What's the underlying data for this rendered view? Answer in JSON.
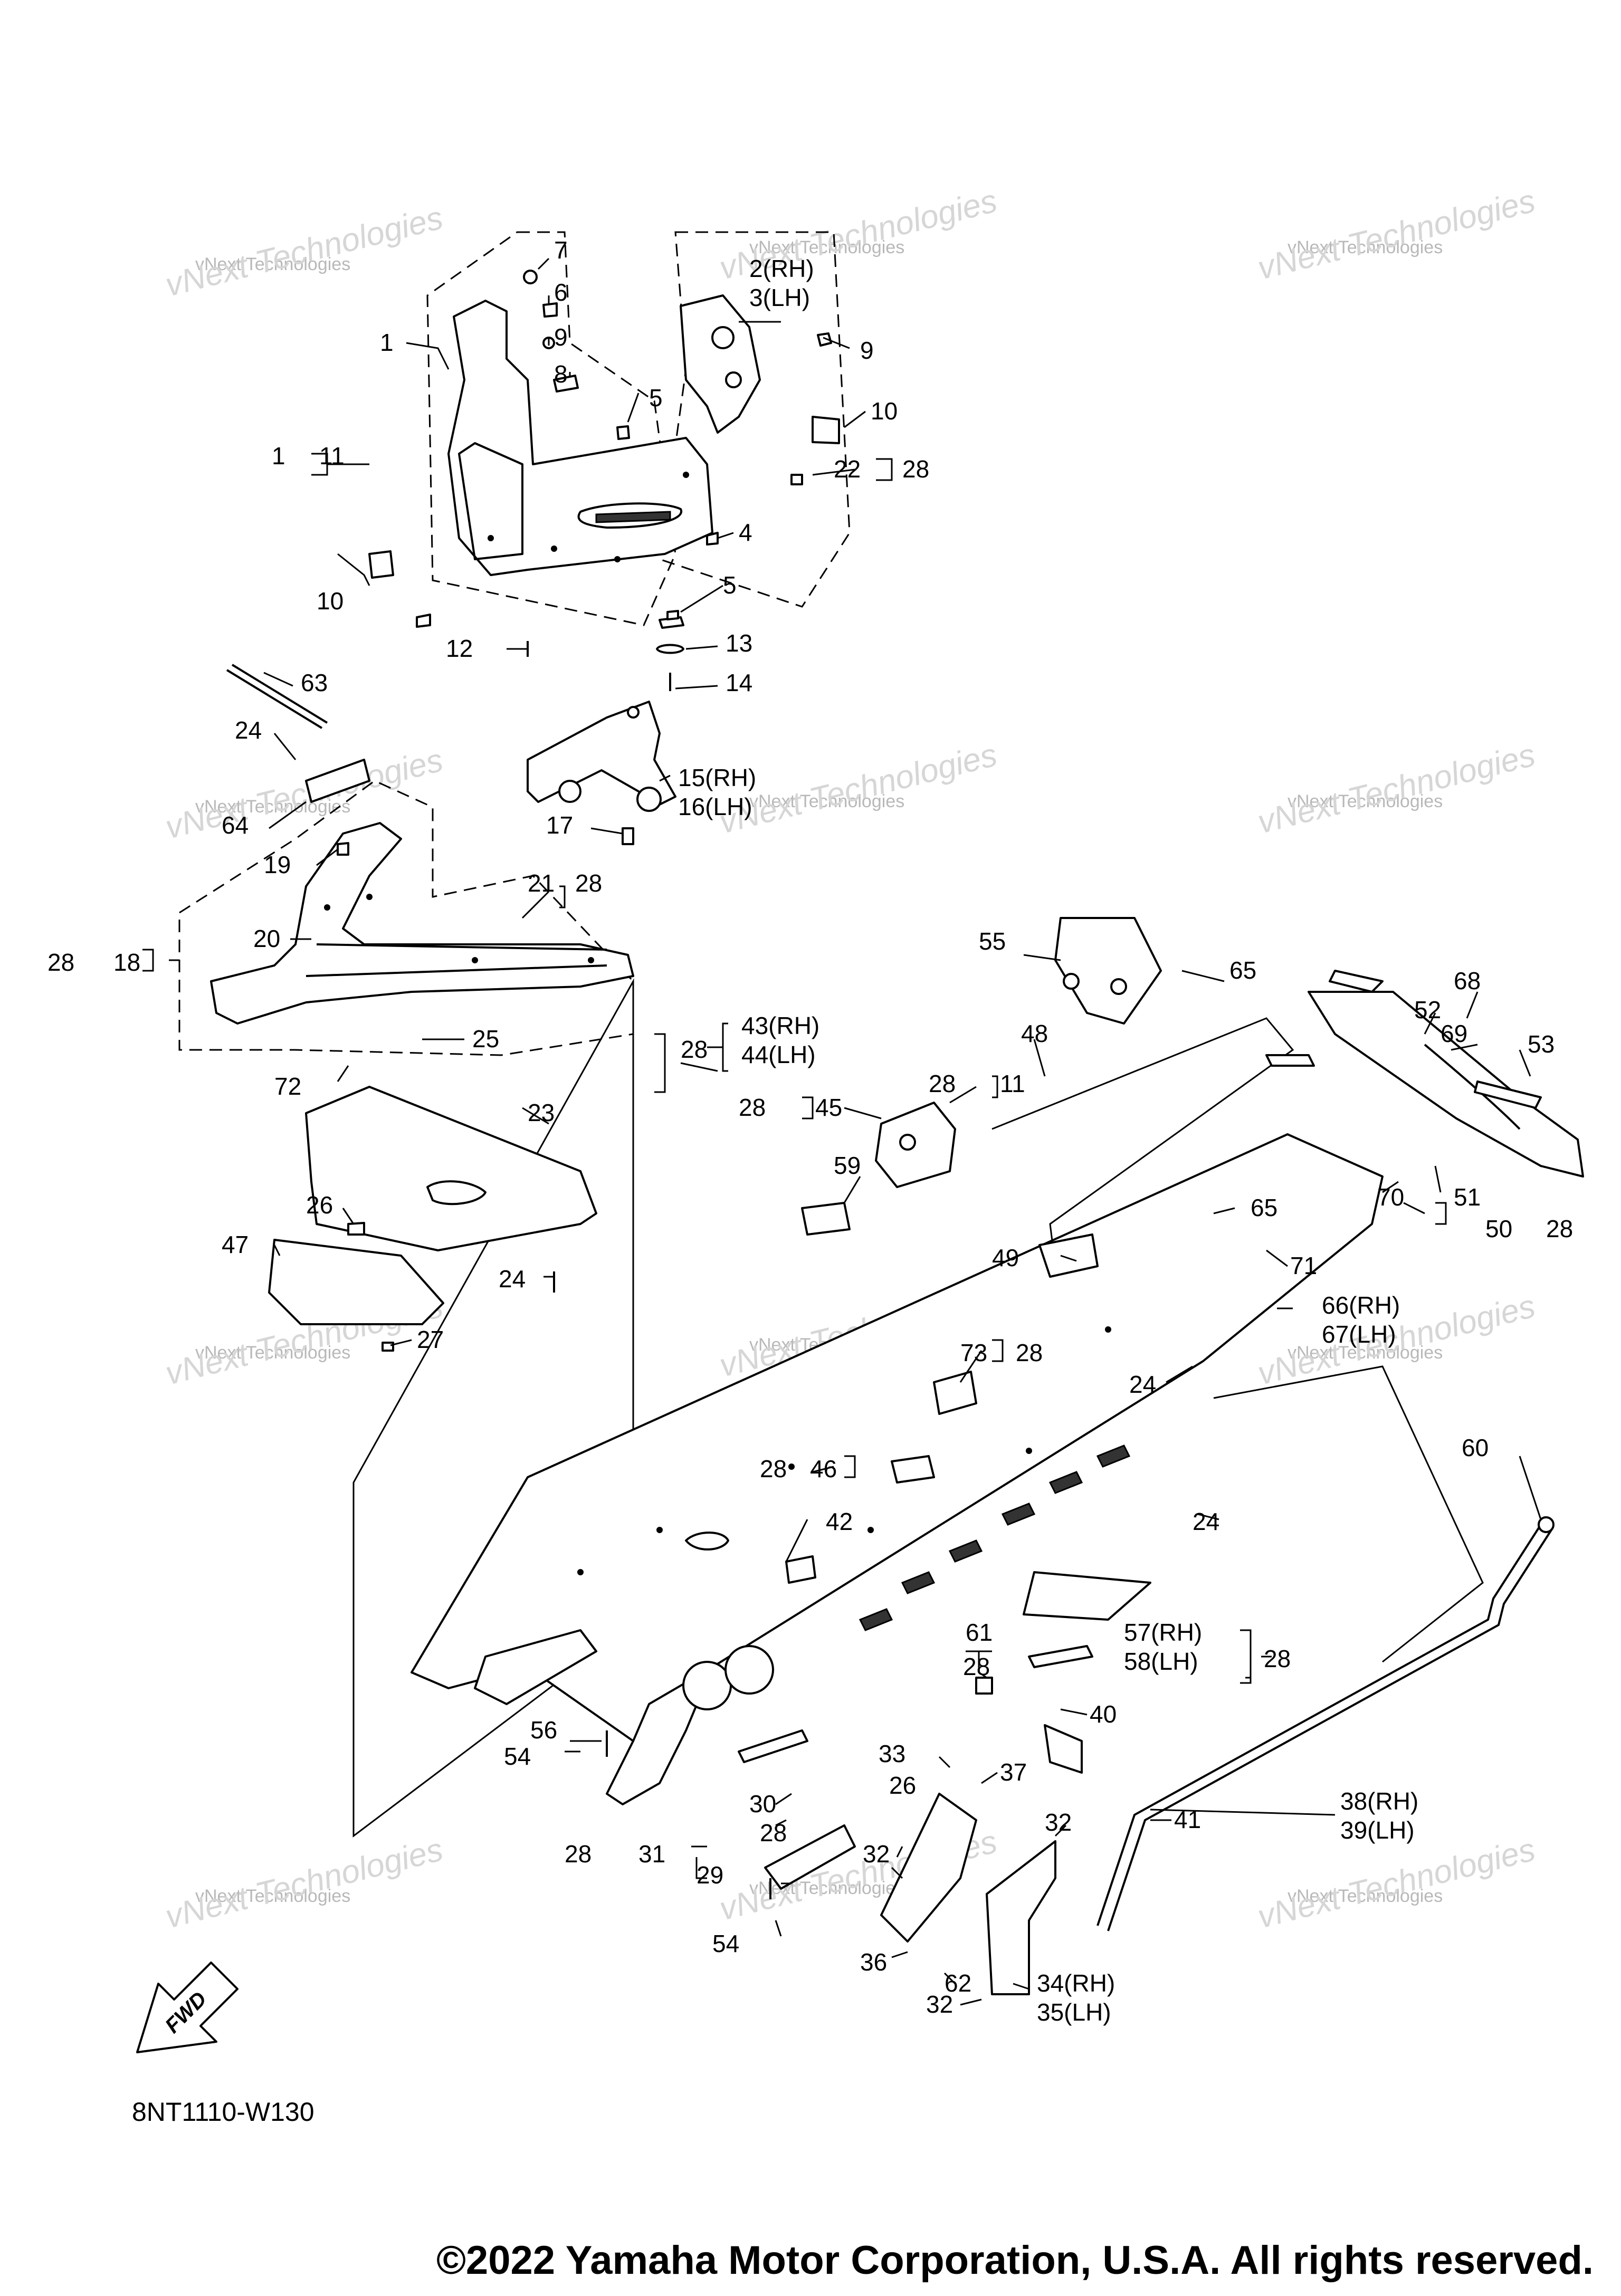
{
  "diagram_code": "8NT1110-W130",
  "copyright": "©2022 Yamaha Motor Corporation, U.S.A. All rights reserved.",
  "fwd_label": "FWD",
  "watermark": {
    "line1": "vNext Technologies",
    "line2": "vNext Technologies"
  },
  "callouts": [
    {
      "id": "c7",
      "text": "7"
    },
    {
      "id": "c6",
      "text": "6"
    },
    {
      "id": "c1a",
      "text": "1"
    },
    {
      "id": "c9a",
      "text": "9"
    },
    {
      "id": "c8",
      "text": "8"
    },
    {
      "id": "c5a",
      "text": "5"
    },
    {
      "id": "c1b",
      "text": "1"
    },
    {
      "id": "c11a",
      "text": "11"
    },
    {
      "id": "c2",
      "text": "2(RH)"
    },
    {
      "id": "c3",
      "text": "3(LH)"
    },
    {
      "id": "c9b",
      "text": "9"
    },
    {
      "id": "c10a",
      "text": "10"
    },
    {
      "id": "c22",
      "text": "22"
    },
    {
      "id": "c28a",
      "text": "28"
    },
    {
      "id": "c4",
      "text": "4"
    },
    {
      "id": "c10b",
      "text": "10"
    },
    {
      "id": "c5b",
      "text": "5"
    },
    {
      "id": "c12",
      "text": "12"
    },
    {
      "id": "c13",
      "text": "13"
    },
    {
      "id": "c14",
      "text": "14"
    },
    {
      "id": "c63",
      "text": "63"
    },
    {
      "id": "c24a",
      "text": "24"
    },
    {
      "id": "c15",
      "text": "15(RH)"
    },
    {
      "id": "c16",
      "text": "16(LH)"
    },
    {
      "id": "c64",
      "text": "64"
    },
    {
      "id": "c17",
      "text": "17"
    },
    {
      "id": "c19",
      "text": "19"
    },
    {
      "id": "c21",
      "text": "21"
    },
    {
      "id": "c28b",
      "text": "28"
    },
    {
      "id": "c20",
      "text": "20"
    },
    {
      "id": "c28c",
      "text": "28"
    },
    {
      "id": "c18",
      "text": "18"
    },
    {
      "id": "c25",
      "text": "25"
    },
    {
      "id": "c72",
      "text": "72"
    },
    {
      "id": "c23",
      "text": "23"
    },
    {
      "id": "c26a",
      "text": "26"
    },
    {
      "id": "c47",
      "text": "47"
    },
    {
      "id": "c24b",
      "text": "24"
    },
    {
      "id": "c27",
      "text": "27"
    },
    {
      "id": "c55",
      "text": "55"
    },
    {
      "id": "c65a",
      "text": "65"
    },
    {
      "id": "c68",
      "text": "68"
    },
    {
      "id": "c52",
      "text": "52"
    },
    {
      "id": "c69",
      "text": "69"
    },
    {
      "id": "c53",
      "text": "53"
    },
    {
      "id": "c28d",
      "text": "28"
    },
    {
      "id": "c43",
      "text": "43(RH)"
    },
    {
      "id": "c44",
      "text": "44(LH)"
    },
    {
      "id": "c48",
      "text": "48"
    },
    {
      "id": "c28e",
      "text": "28"
    },
    {
      "id": "c11b",
      "text": "11"
    },
    {
      "id": "c28f",
      "text": "28"
    },
    {
      "id": "c45",
      "text": "45"
    },
    {
      "id": "c70",
      "text": "70"
    },
    {
      "id": "c51",
      "text": "51"
    },
    {
      "id": "c50",
      "text": "50"
    },
    {
      "id": "c28g",
      "text": "28"
    },
    {
      "id": "c59",
      "text": "59"
    },
    {
      "id": "c65b",
      "text": "65"
    },
    {
      "id": "c49",
      "text": "49"
    },
    {
      "id": "c71",
      "text": "71"
    },
    {
      "id": "c66",
      "text": "66(RH)"
    },
    {
      "id": "c67",
      "text": "67(LH)"
    },
    {
      "id": "c73",
      "text": "73"
    },
    {
      "id": "c28h",
      "text": "28"
    },
    {
      "id": "c24c",
      "text": "24"
    },
    {
      "id": "c60",
      "text": "60"
    },
    {
      "id": "c28i",
      "text": "28"
    },
    {
      "id": "c46",
      "text": "46"
    },
    {
      "id": "c42",
      "text": "42"
    },
    {
      "id": "c24d",
      "text": "24"
    },
    {
      "id": "c57",
      "text": "57(RH)"
    },
    {
      "id": "c58",
      "text": "58(LH)"
    },
    {
      "id": "c28j",
      "text": "28"
    },
    {
      "id": "c61",
      "text": "61"
    },
    {
      "id": "c28k",
      "text": "28"
    },
    {
      "id": "c40",
      "text": "40"
    },
    {
      "id": "c56",
      "text": "56"
    },
    {
      "id": "c54a",
      "text": "54"
    },
    {
      "id": "c33",
      "text": "33"
    },
    {
      "id": "c26b",
      "text": "26"
    },
    {
      "id": "c37",
      "text": "37"
    },
    {
      "id": "c30",
      "text": "30"
    },
    {
      "id": "c28l",
      "text": "28"
    },
    {
      "id": "c38",
      "text": "38(RH)"
    },
    {
      "id": "c39",
      "text": "39(LH)"
    },
    {
      "id": "c41",
      "text": "41"
    },
    {
      "id": "c28m",
      "text": "28"
    },
    {
      "id": "c31",
      "text": "31"
    },
    {
      "id": "c32a",
      "text": "32"
    },
    {
      "id": "c32b",
      "text": "32"
    },
    {
      "id": "c29",
      "text": "29"
    },
    {
      "id": "c54b",
      "text": "54"
    },
    {
      "id": "c36",
      "text": "36"
    },
    {
      "id": "c62",
      "text": "62"
    },
    {
      "id": "c34",
      "text": "34(RH)"
    },
    {
      "id": "c35",
      "text": "35(LH)"
    },
    {
      "id": "c32c",
      "text": "32"
    }
  ]
}
